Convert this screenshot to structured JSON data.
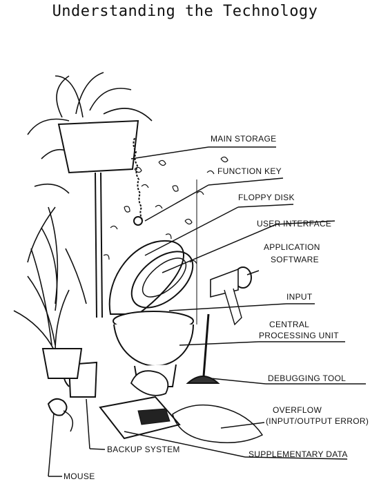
{
  "title": "Understanding the Technology",
  "labels": {
    "main_storage": "MAIN STORAGE",
    "function_key": "FUNCTION KEY",
    "floppy_disk": "FLOPPY DISK",
    "user_interface": "USER INTERFACE",
    "application_software_1": "APPLICATION",
    "application_software_2": "SOFTWARE",
    "input": "INPUT",
    "cpu_1": "CENTRAL",
    "cpu_2": "PROCESSING UNIT",
    "debugging_tool": "DEBUGGING TOOL",
    "overflow_1": "OVERFLOW",
    "overflow_2": "(INPUT/OUTPUT ERROR)",
    "mouse": "MOUSE",
    "backup_system": "BACKUP SYSTEM",
    "supplementary_data": "SUPPLEMENTARY DATA"
  },
  "colors": {
    "ink": "#111111",
    "paper": "#ffffff"
  }
}
